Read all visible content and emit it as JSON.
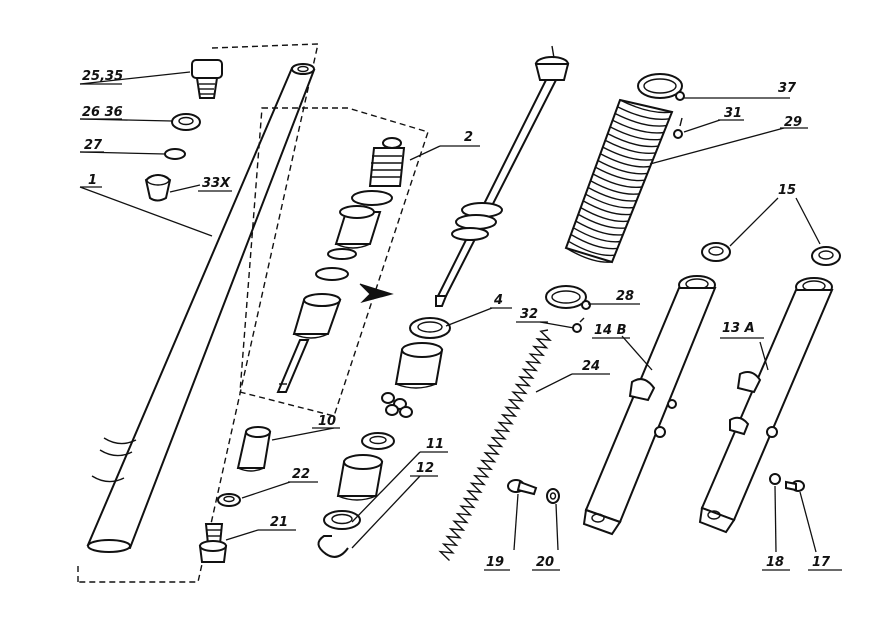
{
  "callouts": [
    {
      "id": "c-25-35",
      "text": "25,35"
    },
    {
      "id": "c-26-36",
      "text": "26 36"
    },
    {
      "id": "c-27",
      "text": "27"
    },
    {
      "id": "c-1",
      "text": "1"
    },
    {
      "id": "c-33x",
      "text": "33X"
    },
    {
      "id": "c-2",
      "text": "2"
    },
    {
      "id": "c-4",
      "text": "4"
    },
    {
      "id": "c-32",
      "text": "32"
    },
    {
      "id": "c-28",
      "text": "28"
    },
    {
      "id": "c-14b",
      "text": "14 B"
    },
    {
      "id": "c-13a",
      "text": "13 A"
    },
    {
      "id": "c-15",
      "text": "15"
    },
    {
      "id": "c-37",
      "text": "37"
    },
    {
      "id": "c-31",
      "text": "31"
    },
    {
      "id": "c-29",
      "text": "29"
    },
    {
      "id": "c-24",
      "text": "24"
    },
    {
      "id": "c-10",
      "text": "10"
    },
    {
      "id": "c-11",
      "text": "11"
    },
    {
      "id": "c-12",
      "text": "12"
    },
    {
      "id": "c-22",
      "text": "22"
    },
    {
      "id": "c-21",
      "text": "21"
    },
    {
      "id": "c-19",
      "text": "19"
    },
    {
      "id": "c-20",
      "text": "20"
    },
    {
      "id": "c-18",
      "text": "18"
    },
    {
      "id": "c-17",
      "text": "17"
    }
  ]
}
